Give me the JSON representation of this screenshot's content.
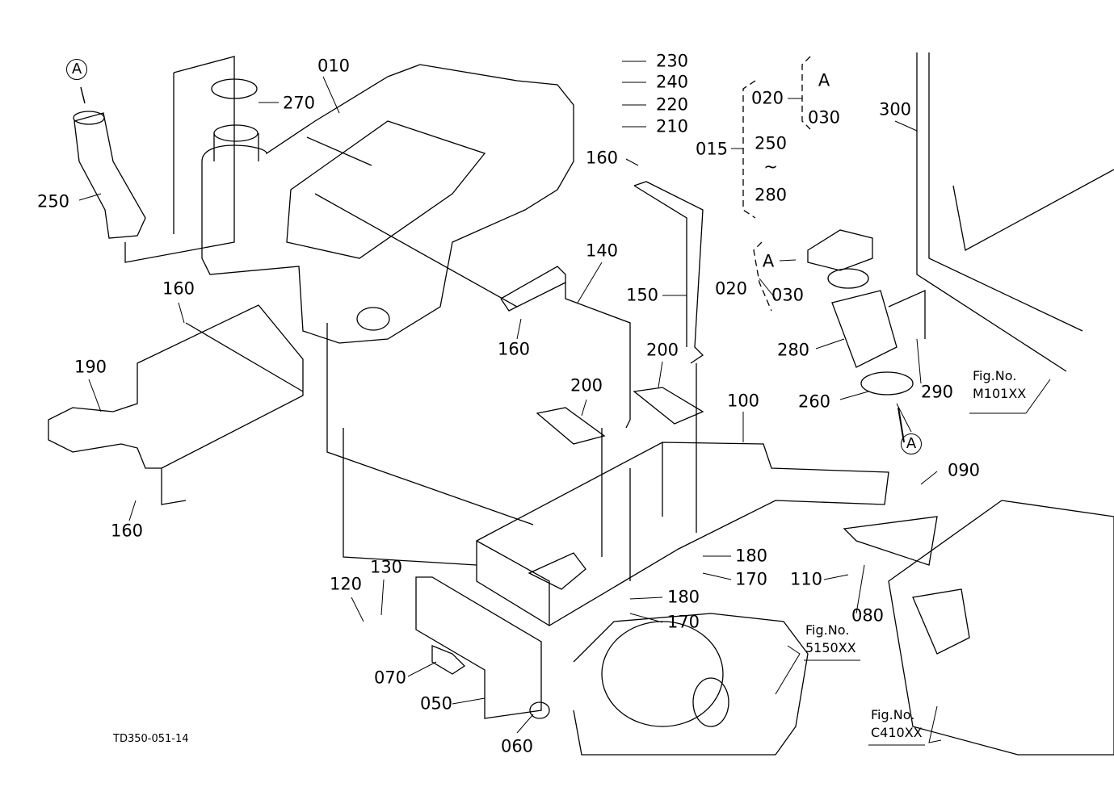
{
  "drawing_code": "TD350-051-14",
  "reference_marker": "A",
  "part_labels": {
    "p010": "010",
    "p270": "270",
    "p250a": "250",
    "p230": "230",
    "p240": "240",
    "p220": "220",
    "p210": "210",
    "p160a": "160",
    "p015": "015",
    "p020a": "020",
    "p250b": "250",
    "tilde": "~",
    "p280a": "280",
    "p030a": "030",
    "refA1": "A",
    "p300": "300",
    "refA2": "A",
    "p020b": "020",
    "p030b": "030",
    "p140": "140",
    "p150": "150",
    "p160b": "160",
    "p160c": "160",
    "p280b": "280",
    "p290": "290",
    "p260": "260",
    "p190": "190",
    "p200a": "200",
    "p200b": "200",
    "p100": "100",
    "p090": "090",
    "p160d": "160",
    "p180a": "180",
    "p170a": "170",
    "p180b": "180",
    "p170b": "170",
    "p110": "110",
    "p080": "080",
    "p120": "120",
    "p130": "130",
    "p070": "070",
    "p050": "050",
    "p060": "060"
  },
  "figure_refs": [
    {
      "label": "Fig.No.",
      "number": "M101XX"
    },
    {
      "label": "Fig.No.",
      "number": "5150XX"
    },
    {
      "label": "Fig.No.",
      "number": "C410XX"
    }
  ]
}
